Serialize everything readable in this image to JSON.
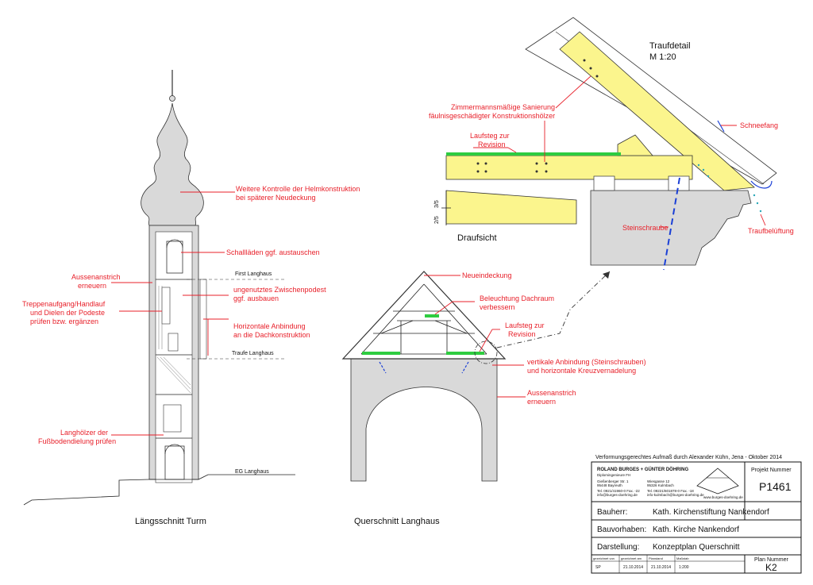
{
  "colors": {
    "annotation": "#e8202a",
    "timber": "#fbf58d",
    "masonry": "#d9d9d9",
    "walkway": "#2ecc40",
    "screw": "#1a3fd6"
  },
  "tower": {
    "caption": "Längsschnitt Turm",
    "levels": {
      "first": "First Langhaus",
      "traufe": "Traufe Langhaus",
      "eg": "EG Langhaus"
    },
    "notes": {
      "helm_l1": "Weitere Kontrolle der Helmkonstruktion",
      "helm_l2": "bei späterer Neudeckung",
      "schall": "Schallläden ggf. austauschen",
      "aussen_l1": "Aussenanstrich",
      "aussen_l2": "erneuern",
      "treppe_l1": "Treppenaufgang/Handlauf",
      "treppe_l2": "und Dielen der Podeste",
      "treppe_l3": "prüfen bzw. ergänzen",
      "zwischen_l1": "ungenutztes Zwischenpodest",
      "zwischen_l2": "ggf. ausbauen",
      "horiz_l1": "Horizontale Anbindung",
      "horiz_l2": "an die Dachkonstruktion",
      "lang_l1": "Langhölzer der",
      "lang_l2": "Fußbodendielung prüfen"
    }
  },
  "nave": {
    "caption": "Querschnitt Langhaus",
    "notes": {
      "neu": "Neueindeckung",
      "bel_l1": "Beleuchtung Dachraum",
      "bel_l2": "verbessern",
      "steg_l1": "Laufsteg zur",
      "steg_l2": "Revision",
      "vert_l1": "vertikale Anbindung (Steinschrauben)",
      "vert_l2": "und horizontale Kreuzvernadelung",
      "aus_l1": "Aussenanstrich",
      "aus_l2": "erneuern"
    }
  },
  "detail": {
    "title_l1": "Traufdetail",
    "title_l2": "M 1:20",
    "notes": {
      "zimmer_l1": "Zimmermannsmäßige Sanierung",
      "zimmer_l2": "fäulnisgeschädigter Konstruktionshölzer",
      "steg_l1": "Laufsteg zur",
      "steg_l2": "Revision",
      "schnee": "Schneefang",
      "stein": "Steinschraube",
      "trauf": "Traufbelüftung"
    },
    "draufsicht": "Draufsicht",
    "dims": {
      "d1": "2/5",
      "d2": "3/5"
    }
  },
  "titleblock": {
    "survey": "Verformungsgerechtes Aufmaß durch Alexander Kühn, Jena - Oktober 2014",
    "firm": "ROLAND BURGES + GÜNTER DÖHRING",
    "firm_sub": "Diplomingenieure FH",
    "addr1_l1": "Gießenberger Str. 1",
    "addr1_l2": "95448 Bayreuth",
    "addr1_l3": "Tel. 0921/41960-0  Fax. -22",
    "addr1_l4": "info@burges-doehring.de",
    "addr2_l1": "Wiesgasse 12",
    "addr2_l2": "95326 Kulmbach",
    "addr2_l3": "Tel. 09221/601878-0  Fax. -18",
    "addr2_l4": "info-kulmbach@burges-doehring.de",
    "web": "www.burges-doehring.de",
    "project_label": "Projekt Nummer",
    "project_number": "P1461",
    "bauherr_label": "Bauherr:",
    "bauherr": "Kath. Kirchenstiftung Nankendorf",
    "bauvorhaben_label": "Bauvorhaben:",
    "bauvorhaben": "Kath. Kirche Nankendorf",
    "darstellung_label": "Darstellung:",
    "darstellung": "Konzeptplan Querschnitt",
    "gez_von_label": "gezeichnet von",
    "gez_am_label": "gezeichnet am",
    "planstand_label": "Planstand",
    "massstab_label": "Maßstab",
    "gez_von": "SP",
    "gez_am": "21.10.2014",
    "planstand": "21.10.2014",
    "massstab": "1:200",
    "plan_label": "Plan Nummer",
    "plan_number": "K2"
  }
}
